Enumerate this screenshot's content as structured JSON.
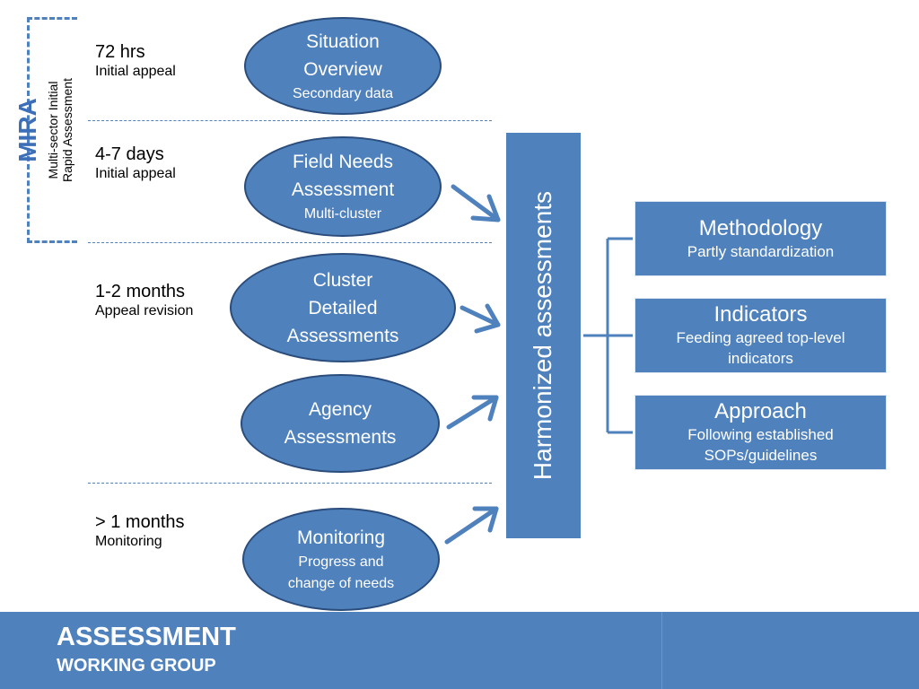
{
  "mira": {
    "title": "MIRA",
    "subtitle_line1": "Multi-sector Initial",
    "subtitle_line2": "Rapid Assessment"
  },
  "timeframes": [
    {
      "period": "72 hrs",
      "purpose": "Initial appeal"
    },
    {
      "period": "4-7 days",
      "purpose": "Initial appeal"
    },
    {
      "period": "1-2 months",
      "purpose": "Appeal revision"
    },
    {
      "period": "> 1 months",
      "purpose": "Monitoring"
    }
  ],
  "assessments": [
    {
      "line1": "Situation",
      "line2": "Overview",
      "sub": "Secondary data"
    },
    {
      "line1": "Field Needs",
      "line2": "Assessment",
      "sub": "Multi-cluster"
    },
    {
      "line1": "Cluster",
      "line2": "Detailed",
      "line3": "Assessments"
    },
    {
      "line1": "Agency",
      "line2": "Assessments"
    },
    {
      "line1": "Monitoring",
      "sub1": "Progress and",
      "sub2": "change of needs"
    }
  ],
  "harmonized": {
    "label": "Harmonized assessments"
  },
  "pillars": [
    {
      "title": "Methodology",
      "desc1": "Partly standardization"
    },
    {
      "title": "Indicators",
      "desc1": "Feeding agreed top-level",
      "desc2": "indicators"
    },
    {
      "title": "Approach",
      "desc1": "Following established",
      "desc2": "SOPs/guidelines"
    }
  ],
  "footer": {
    "title": "ASSESSMENT",
    "subtitle": "WORKING GROUP"
  },
  "colors": {
    "primary": "#4f81bd",
    "ellipse_border": "#2b4d7c",
    "mira_text": "#3d6fb8"
  }
}
